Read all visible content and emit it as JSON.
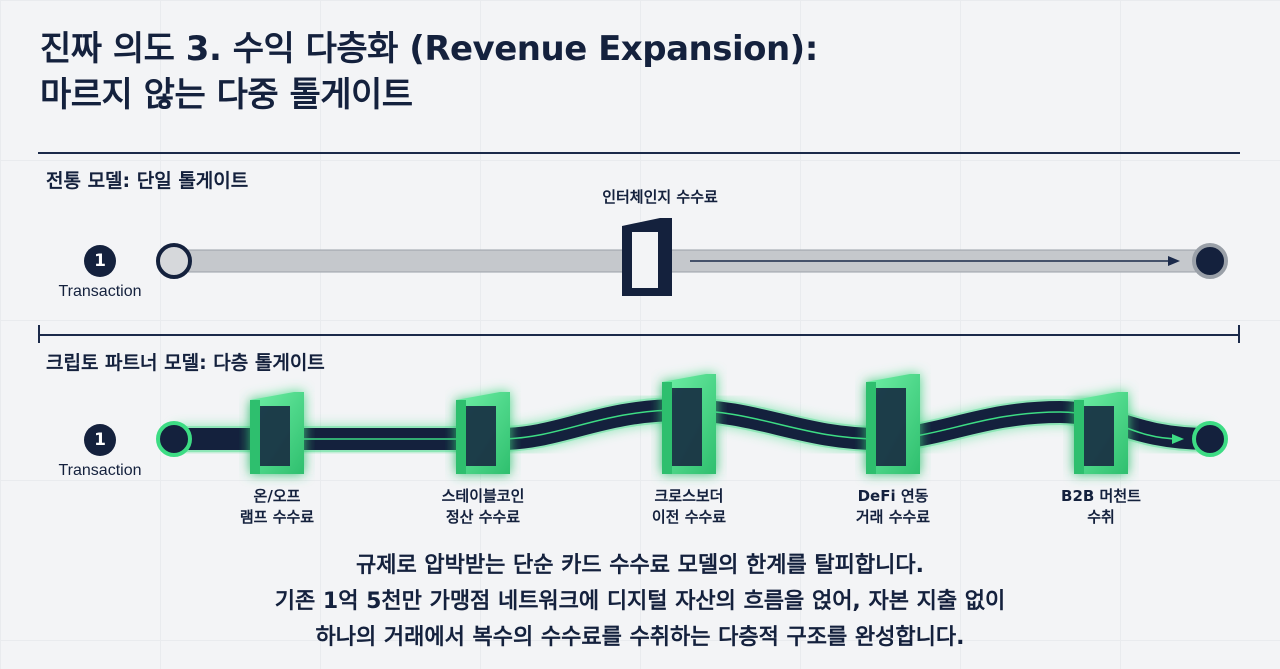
{
  "title": {
    "line1": "진짜 의도 3. 수익 다층화 (Revenue Expansion):",
    "line2": "마르지 않는 다중 톨게이트"
  },
  "traditional": {
    "label": "전통 모델: 단일 톨게이트",
    "transaction_number": "1",
    "transaction_label": "Transaction",
    "gate_label": "인터체인지 수수료"
  },
  "crypto": {
    "label": "크립토 파트너 모델: 다층 톨게이트",
    "transaction_number": "1",
    "transaction_label": "Transaction",
    "gates": [
      {
        "line1": "온/오프",
        "line2": "램프 수수료"
      },
      {
        "line1": "스테이블코인",
        "line2": "정산 수수료"
      },
      {
        "line1": "크로스보더",
        "line2": "이전 수수료"
      },
      {
        "line1": "DeFi 연동",
        "line2": "거래 수수료"
      },
      {
        "line1": "B2B 머천트",
        "line2": "수취"
      }
    ]
  },
  "colors": {
    "navy": "#14213d",
    "green": "#3ddc84",
    "gray_track": "#c5c8cc"
  },
  "caption": {
    "line1": "규제로 압박받는 단순 카드 수수료 모델의 한계를 탈피합니다.",
    "line2": "기존 1억 5천만 가맹점 네트워크에 디지털 자산의 흐름을 얹어, 자본 지출 없이",
    "line3": "하나의 거래에서 복수의 수수료를 수취하는 다층적 구조를 완성합니다."
  }
}
